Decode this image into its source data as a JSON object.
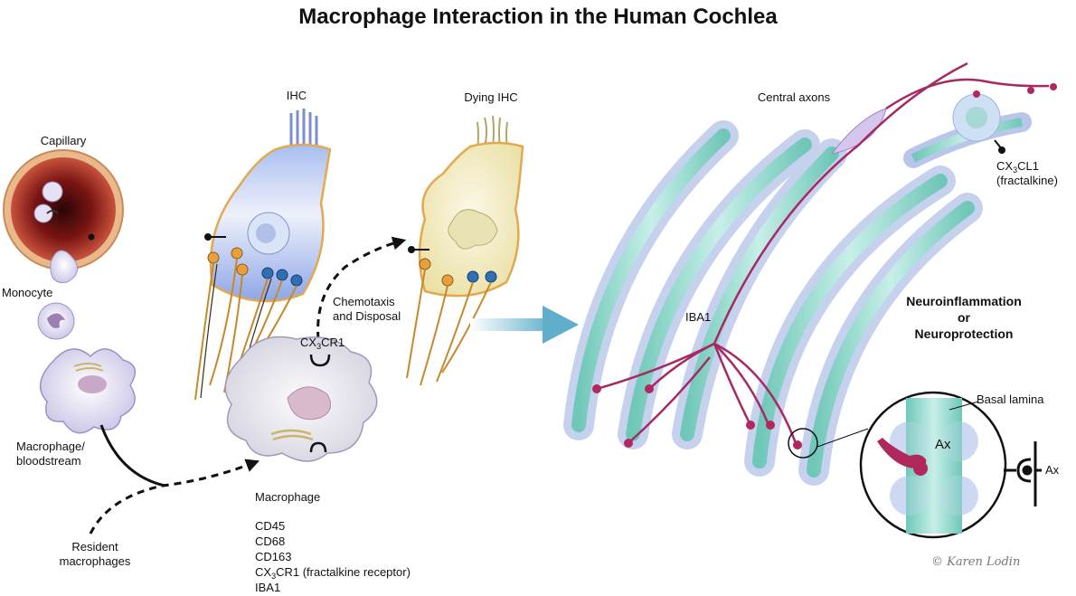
{
  "title": "Macrophage Interaction in the Human Cochlea",
  "labels": {
    "capillary": "Capillary",
    "monocyte": "Monocyte",
    "macrophage_bloodstream_1": "Macrophage/",
    "macrophage_bloodstream_2": "bloodstream",
    "resident_1": "Resident",
    "resident_2": "macrophages",
    "ihc": "IHC",
    "dying_ihc": "Dying IHC",
    "chemotaxis_1": "Chemotaxis",
    "chemotaxis_2": "and Disposal",
    "cx3cr1_pre": "CX",
    "cx3cr1_sub": "3",
    "cx3cr1_post": "CR1",
    "macrophage": "Macrophage",
    "central_axons": "Central axons",
    "iba1": "IBA1",
    "cx3cl1_pre": "CX",
    "cx3cl1_sub": "3",
    "cx3cl1_post": "CL1",
    "fractalkine": "(fractalkine)",
    "neuro_1": "Neuroinflammation",
    "neuro_2": "or",
    "neuro_3": "Neuroprotection",
    "basal_lamina": "Basal lamina",
    "ax_inset": "Ax",
    "ax_symbol": "Ax",
    "signature": "© Karen Lodin"
  },
  "markers": {
    "cd45": "CD45",
    "cd68": "CD68",
    "cd163": "CD163",
    "cx3cr1_pre": "CX",
    "cx3cr1_sub": "3",
    "cx3cr1_post": "CR1 (fractalkine receptor)",
    "iba1": "IBA1"
  },
  "colors": {
    "capillary_red": "#8e1d1d",
    "capillary_rim": "#e8b487",
    "cell_lavender": "#d9d6ee",
    "ihc_blue": "#b9c9ef",
    "dying_yellow": "#f4edc4",
    "axon_teal": "#9fdcd2",
    "myelin": "#cdd9f2",
    "macrophage_magenta": "#b0285c",
    "arrow_blue": "#6fb6cf"
  }
}
